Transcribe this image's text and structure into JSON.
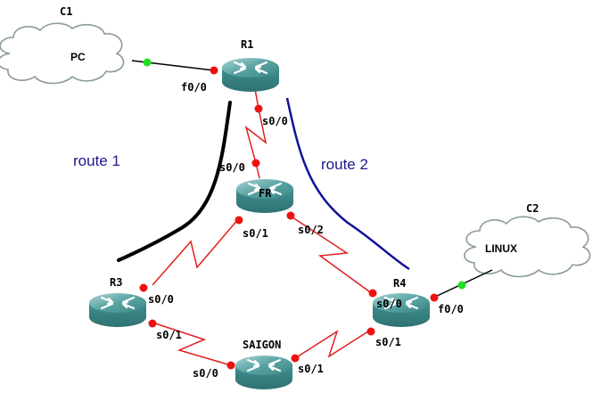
{
  "diagram": {
    "colors": {
      "serial_link": "#e0201f",
      "ethernet_link": "#000000",
      "router": "#3c8c8c",
      "route1": "#000000",
      "route2": "#11119a",
      "port_down": "#ee1111",
      "port_up": "#22dd22",
      "route_text": "#1a1a8c"
    },
    "clouds": [
      {
        "id": "C1",
        "name": "C1",
        "text": "PC"
      },
      {
        "id": "C2",
        "name": "C2",
        "text": "LINUX"
      }
    ],
    "routers": [
      {
        "id": "R1",
        "name": "R1"
      },
      {
        "id": "FR",
        "name": "FR"
      },
      {
        "id": "R3",
        "name": "R3"
      },
      {
        "id": "R4",
        "name": "R4"
      },
      {
        "id": "SAIGON",
        "name": "SAIGON"
      }
    ],
    "links": [
      {
        "from": "C1",
        "to": "R1",
        "type": "ethernet",
        "from_port": "",
        "to_port": "f0/0"
      },
      {
        "from": "R1",
        "to": "FR",
        "type": "serial",
        "from_port": "s0/0",
        "to_port": "s0/0"
      },
      {
        "from": "FR",
        "to": "R3",
        "type": "serial",
        "from_port": "s0/1",
        "to_port": "s0/0"
      },
      {
        "from": "FR",
        "to": "R4",
        "type": "serial",
        "from_port": "s0/2",
        "to_port": "s0/0"
      },
      {
        "from": "R3",
        "to": "SAIGON",
        "type": "serial",
        "from_port": "s0/1",
        "to_port": "s0/0"
      },
      {
        "from": "SAIGON",
        "to": "R4",
        "type": "serial",
        "from_port": "s0/1",
        "to_port": "s0/1"
      },
      {
        "from": "R4",
        "to": "C2",
        "type": "ethernet",
        "from_port": "f0/0",
        "to_port": ""
      }
    ],
    "port_labels": {
      "r1_f00": "f0/0",
      "r1_s00": "s0/0",
      "fr_s00": "s0/0",
      "fr_s01": "s0/1",
      "fr_s02": "s0/2",
      "r3_s00": "s0/0",
      "r3_s01": "s0/1",
      "saigon_s00": "s0/0",
      "saigon_s01": "s0/1",
      "r4_s00": "s0/0",
      "r4_s01": "s0/1",
      "r4_f00": "f0/0"
    },
    "routes": [
      {
        "label": "route 1"
      },
      {
        "label": "route 2"
      }
    ]
  }
}
